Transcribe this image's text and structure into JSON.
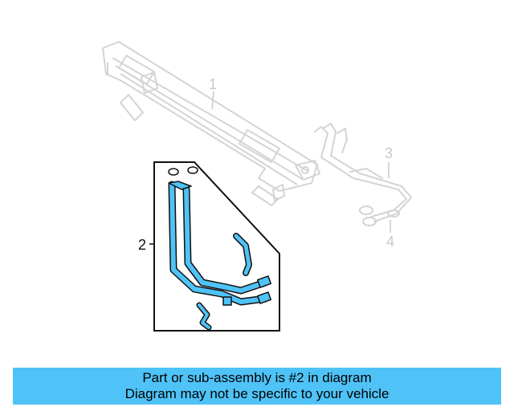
{
  "diagram": {
    "callouts": [
      {
        "id": "1",
        "label": "1"
      },
      {
        "id": "2",
        "label": "2"
      },
      {
        "id": "3",
        "label": "3"
      },
      {
        "id": "4",
        "label": "4"
      }
    ],
    "highlight_color": "#4fc3f7",
    "faded_color": "#cfcfcf"
  },
  "banner": {
    "line1": "Part or sub-assembly is #2 in diagram",
    "line2": "Diagram may not be specific to your vehicle",
    "background": "#4fc3f7"
  }
}
